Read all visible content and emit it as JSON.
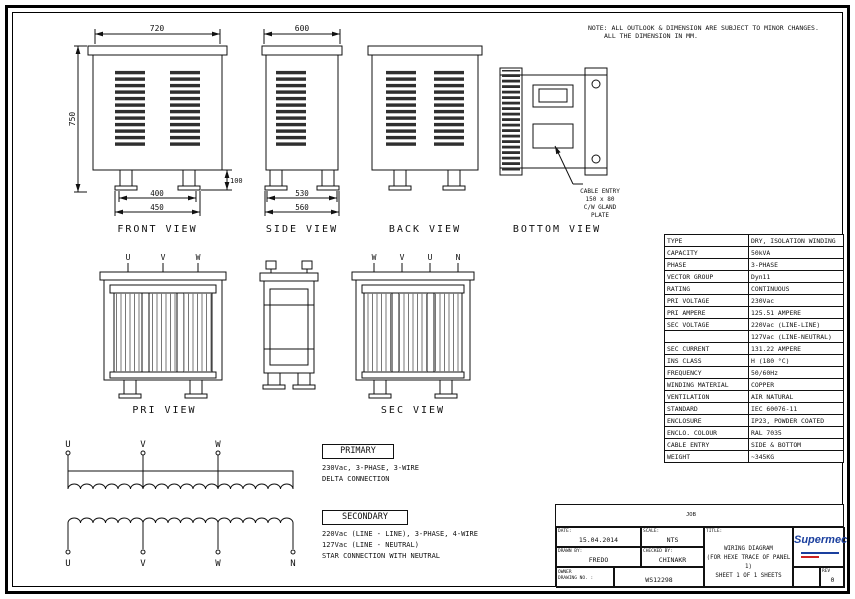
{
  "note": {
    "line1": "NOTE: ALL OUTLOOK & DIMENSION ARE SUBJECT TO MINOR CHANGES.",
    "line2": "ALL THE DIMENSION IN MM."
  },
  "views": {
    "front": {
      "label": "FRONT VIEW",
      "dim_top": "720",
      "dim_left": "750",
      "dim_b1": "400",
      "dim_b2": "450",
      "dim_r": "100"
    },
    "side": {
      "label": "SIDE VIEW",
      "dim_top": "600",
      "dim_b1": "530",
      "dim_b2": "560"
    },
    "back": {
      "label": "BACK VIEW"
    },
    "bottom": {
      "label": "BOTTOM VIEW",
      "callout": {
        "line1": "CABLE ENTRY",
        "line2": "150 x 80",
        "line3": "C/W GLAND",
        "line4": "PLATE"
      }
    },
    "pri": {
      "label": "PRI VIEW",
      "terminals": {
        "t1": "U",
        "t2": "V",
        "t3": "W"
      }
    },
    "sec": {
      "label": "SEC VIEW",
      "terminals": {
        "t1": "W",
        "t2": "V",
        "t3": "U",
        "t4": "N"
      }
    }
  },
  "wiring": {
    "top_terminals": {
      "u": "U",
      "v": "V",
      "w": "W"
    },
    "bottom_terminals": {
      "u": "U",
      "v": "V",
      "w": "W",
      "n": "N"
    },
    "primary": {
      "title": "PRIMARY",
      "line1": "230Vac, 3-PHASE, 3-WIRE",
      "line2": "DELTA CONNECTION"
    },
    "secondary": {
      "title": "SECONDARY",
      "line1": "220Vac (LINE - LINE), 3-PHASE, 4-WIRE",
      "line2": "127Vac (LINE - NEUTRAL)",
      "line3": "STAR CONNECTION WITH NEUTRAL"
    }
  },
  "spec_table": {
    "rows": [
      {
        "key": "TYPE",
        "value": "DRY, ISOLATION WINDING"
      },
      {
        "key": "CAPACITY",
        "value": "50kVA"
      },
      {
        "key": "PHASE",
        "value": "3-PHASE"
      },
      {
        "key": "VECTOR GROUP",
        "value": "Dyn11"
      },
      {
        "key": "RATING",
        "value": "CONTINUOUS"
      },
      {
        "key": "PRI VOLTAGE",
        "value": "230Vac"
      },
      {
        "key": "PRI AMPERE",
        "value": "125.51 AMPERE"
      },
      {
        "key": "SEC VOLTAGE",
        "value": "220Vac (LINE-LINE)"
      },
      {
        "key": "",
        "value": "127Vac (LINE-NEUTRAL)"
      },
      {
        "key": "SEC CURRENT",
        "value": "131.22 AMPERE"
      },
      {
        "key": "INS CLASS",
        "value": "H (180 °C)"
      },
      {
        "key": "FREQUENCY",
        "value": "50/60Hz"
      },
      {
        "key": "WINDING MATERIAL",
        "value": "COPPER"
      },
      {
        "key": "VENTILATION",
        "value": "AIR NATURAL"
      },
      {
        "key": "STANDARD",
        "value": "IEC 60076-11"
      },
      {
        "key": "ENCLOSURE",
        "value": "IP23, POWDER COATED"
      },
      {
        "key": "ENCLO. COLOUR",
        "value": "RAL 7035"
      },
      {
        "key": "CABLE ENTRY",
        "value": "SIDE & BOTTOM"
      },
      {
        "key": "WEIGHT",
        "value": "~345KG"
      }
    ]
  },
  "title_block": {
    "job_label": "JOB",
    "date_label": "DATE:",
    "date": "15.04.2014",
    "scale_label": "SCALE:",
    "scale": "NTS",
    "drawn_label": "DRAWN BY:",
    "drawn": "FREDO",
    "checked_label": "CHECKED BY:",
    "checked": "CHINAKR",
    "owner_label": "OWNER",
    "drawing_no_label": "DRAWING NO. :",
    "drawing_no": "WS12298",
    "title_label": "TITLE:",
    "title_line1": "WIRING DIAGRAM",
    "title_line2": "(FOR HEXE TRACE OF PANEL 1)",
    "title_line3": "SHEET 1 OF 1 SHEETS",
    "company": "Supermec",
    "rev_label": "REV",
    "rev": "0"
  },
  "colors": {
    "line": "#111111",
    "logo_blue": "#1a3f9e",
    "logo_red": "#cc2222",
    "paper": "#ffffff"
  }
}
